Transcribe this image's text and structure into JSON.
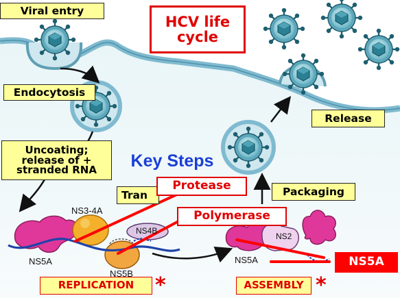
{
  "title": "HCV life cycle",
  "center_label": "Key Steps",
  "stages": {
    "viral_entry": "Viral entry",
    "endocytosis": "Endocytosis",
    "uncoating": "Uncoating; release of + stranded RNA",
    "translation": "Tran",
    "packaging": "Packaging",
    "release": "Release",
    "replication": "REPLICATION",
    "assembly": "ASSEMBLY"
  },
  "targets": {
    "protease": "Protease",
    "polymerase": "Polymerase",
    "ns5a": "NS5A"
  },
  "proteins": {
    "ns3_4a": "NS3-4A",
    "ns4b": "NS4B",
    "ns5a_left": "NS5A",
    "ns5b": "NS5B",
    "ns2": "NS2",
    "ns5a_right": "NS5A"
  },
  "markers": {
    "replication_star": "*",
    "assembly_star": "*"
  },
  "colors": {
    "membrane": "#7fbad0",
    "virion_core": "#9edbe6",
    "spike": "#1d5f70",
    "label_fill": "#ffff99",
    "highlight_red": "#e00000",
    "ns5a_magenta": "#e0379a",
    "protease_orange": "#f4b02a"
  }
}
